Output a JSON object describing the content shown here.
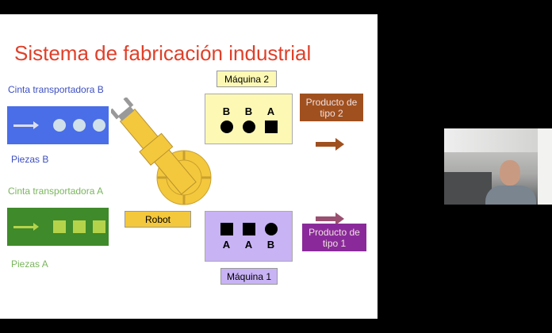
{
  "slide": {
    "title": "Sistema de fabricación industrial",
    "belt_b": {
      "label": "Cinta transportadora B",
      "pieces": "Piezas B",
      "color": "#4a6ee8"
    },
    "belt_a": {
      "label": "Cinta transportadora A",
      "pieces": "Piezas A",
      "color": "#3f8a2a"
    },
    "robot_label": "Robot",
    "machine2": {
      "label": "Máquina 2",
      "letters": [
        "B",
        "B",
        "A"
      ],
      "color": "#fdf9b5"
    },
    "machine1": {
      "label": "Máquina 1",
      "letters": [
        "A",
        "A",
        "B"
      ],
      "color": "#c8b3f5"
    },
    "product2": {
      "line1": "Producto de",
      "line2": "tipo 2",
      "color": "#a0501e"
    },
    "product1": {
      "line1": "Producto de",
      "line2": "tipo 1",
      "color": "#8a2a9a"
    }
  }
}
